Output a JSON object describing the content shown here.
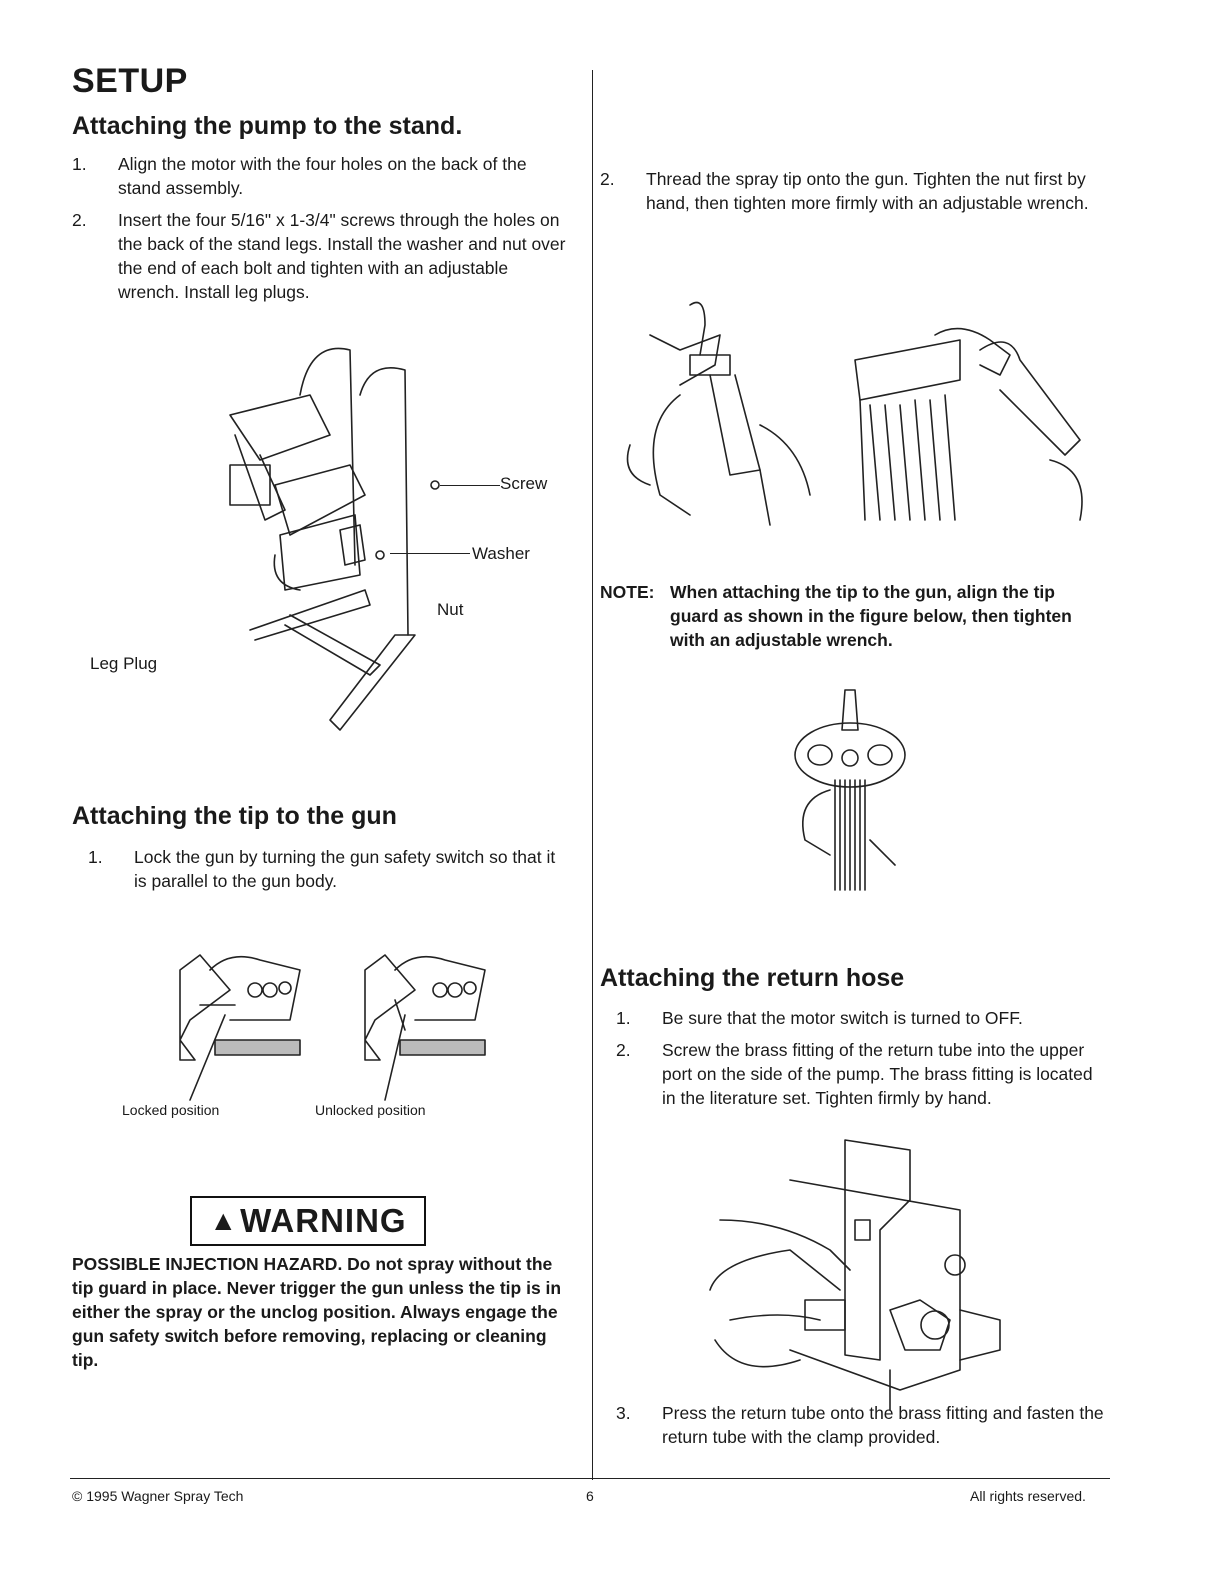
{
  "page": {
    "title": "SETUP",
    "page_number": "6",
    "copyright": "© 1995 Wagner Spray Tech",
    "rights": "All rights reserved."
  },
  "pump_stand": {
    "heading": "Attaching the pump to the stand.",
    "steps": [
      {
        "num": "1.",
        "text": "Align the motor with the four holes on the back of the stand assembly."
      },
      {
        "num": "2.",
        "text": "Insert the four 5/16\" x 1-3/4\" screws through the holes on the back of the stand legs. Install the washer and nut over the end of each bolt and tighten with an adjustable wrench. Install leg plugs."
      }
    ],
    "labels": {
      "screw": "Screw",
      "washer": "Washer",
      "nut": "Nut",
      "leg_plug": "Leg Plug"
    }
  },
  "tip_gun": {
    "heading": "Attaching the tip to the gun",
    "steps": [
      {
        "num": "1.",
        "text": "Lock the gun by turning the gun safety switch so that it is parallel to the gun body."
      },
      {
        "num": "2.",
        "text": "Thread the spray tip onto the gun. Tighten the nut first by hand, then tighten more firmly with an adjustable wrench."
      }
    ],
    "captions": {
      "locked": "Locked position",
      "unlocked": "Unlocked position"
    },
    "note_label": "NOTE:",
    "note_text": "When attaching the tip to the gun, align the tip guard as shown in the figure below, then tighten with an adjustable wrench."
  },
  "warning": {
    "title": "WARNING",
    "text": "POSSIBLE INJECTION HAZARD. Do not spray without the tip guard in place. Never trigger the gun unless the tip is in either the spray or the unclog position. Always engage the gun safety switch before removing, replacing or cleaning tip."
  },
  "return_hose": {
    "heading": "Attaching the return hose",
    "steps": [
      {
        "num": "1.",
        "text": "Be sure that the motor switch is turned to OFF."
      },
      {
        "num": "2.",
        "text": "Screw the brass fitting of the return tube into the upper port on the side of the pump. The brass fitting is located in the literature set. Tighten firmly by hand."
      },
      {
        "num": "3.",
        "text": "Press the return tube onto the brass fitting and fasten the return tube with the clamp provided."
      }
    ]
  }
}
